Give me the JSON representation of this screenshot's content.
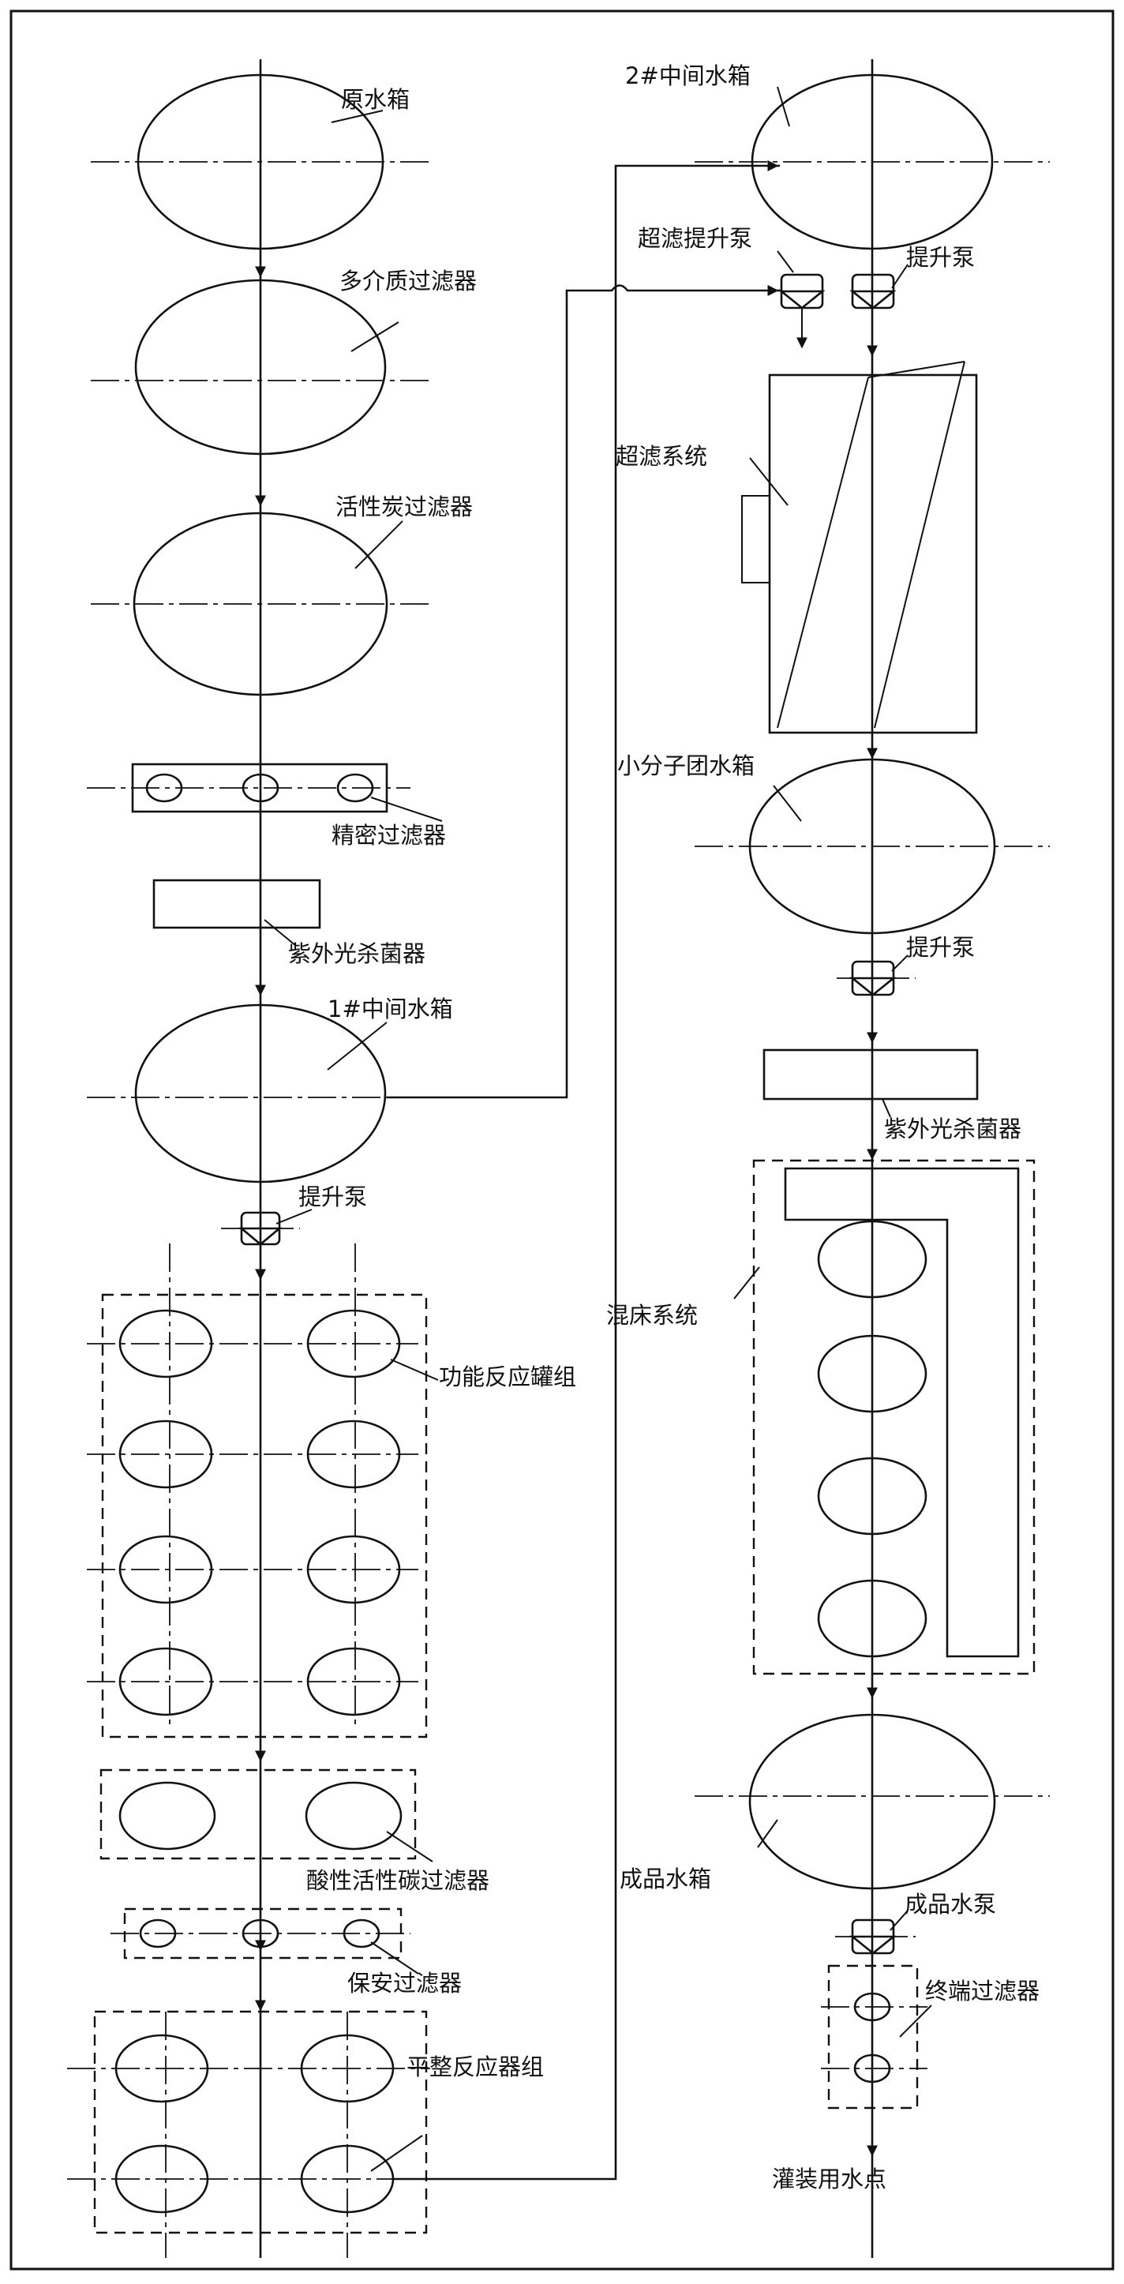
{
  "diagram": {
    "labels": {
      "raw_tank": "原水箱",
      "multi_media_filter": "多介质过滤器",
      "activated_carbon_filter": "活性炭过滤器",
      "precision_filter": "精密过滤器",
      "uv_sterilizer_1": "紫外光杀菌器",
      "intermediate_tank_1": "1#中间水箱",
      "lift_pump_1": "提升泵",
      "reaction_tank_group_a": "功能反应罐组",
      "acidic_activated_carbon_filter": "酸性活性碳过滤器",
      "security_filter": "保安过滤器",
      "reaction_tank_group_b": "平整反应器组",
      "intermediate_tank_2": "2#中间水箱",
      "ultrafiltration_lift_pump": "超滤提升泵",
      "lift_pump_2": "提升泵",
      "ultrafiltration_system": "超滤系统",
      "small_molecule_tank": "小分子团水箱",
      "lift_pump_3": "提升泵",
      "uv_sterilizer_2": "紫外光杀菌器",
      "mixed_bed_system": "混床系统",
      "product_tank": "成品水箱",
      "product_pump": "成品水泵",
      "terminal_filter": "终端过滤器",
      "filling_water_point": "灌装用水点"
    }
  }
}
